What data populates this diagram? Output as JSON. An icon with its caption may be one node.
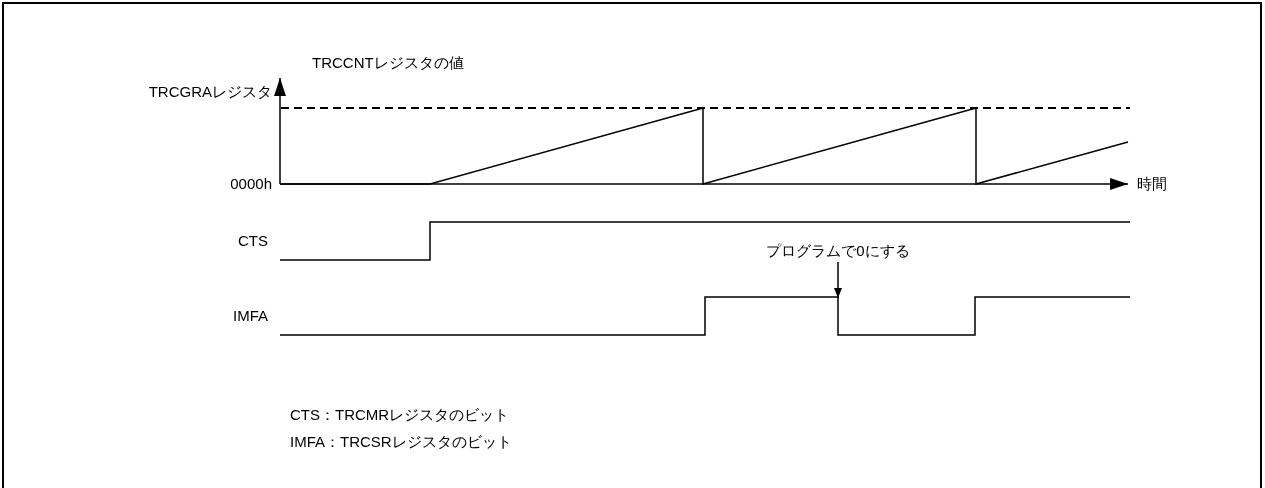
{
  "diagram": {
    "nodes": [
      {
        "text": [
          "プログラムで0にする"
        ]
      },
      {
        "text": [],
        "shape": "line"
      }
    ],
    "edges": [
      {
        "from": 0,
        "to": 1,
        "arrow": "to"
      }
    ],
    "labels": [
      "TRCCNTレジスタの値",
      "TRCGRAレジスタ",
      "0000h",
      "時間",
      "CTS",
      "IMFA",
      "CTS：TRCMRレジスタのビット",
      "IMFA：TRCSRレジスタのビット"
    ]
  }
}
